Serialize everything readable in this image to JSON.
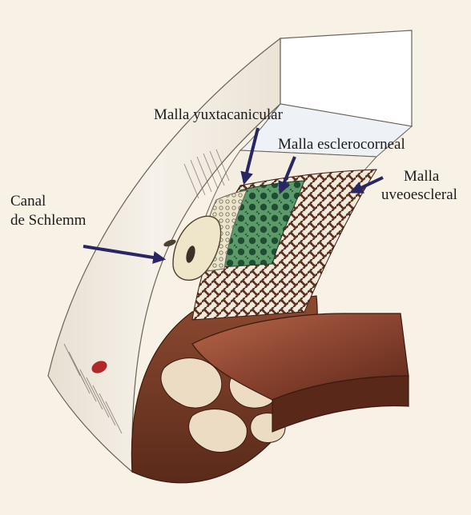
{
  "labels": {
    "malla_yuxtacanicular": "Malla yuxtacanicular",
    "malla_esclerocorneal": "Malla esclerocorneal",
    "malla_uveoescleral_line1": "Malla",
    "malla_uveoescleral_line2": "uveoescleral",
    "canal_line1": "Canal",
    "canal_line2": "de Schlemm"
  },
  "colors": {
    "background": "#f7f1e6",
    "sclera": "#f2ece3",
    "cornea_cut": "#ffffff",
    "juxtacanalicular": "#e9e2cc",
    "corneoscleral": "#4f8a5e",
    "uveoscleral": "#5a3220",
    "ciliary_body": "#7b3a24",
    "iris": "#9c5238",
    "arrow": "#2a2563"
  }
}
